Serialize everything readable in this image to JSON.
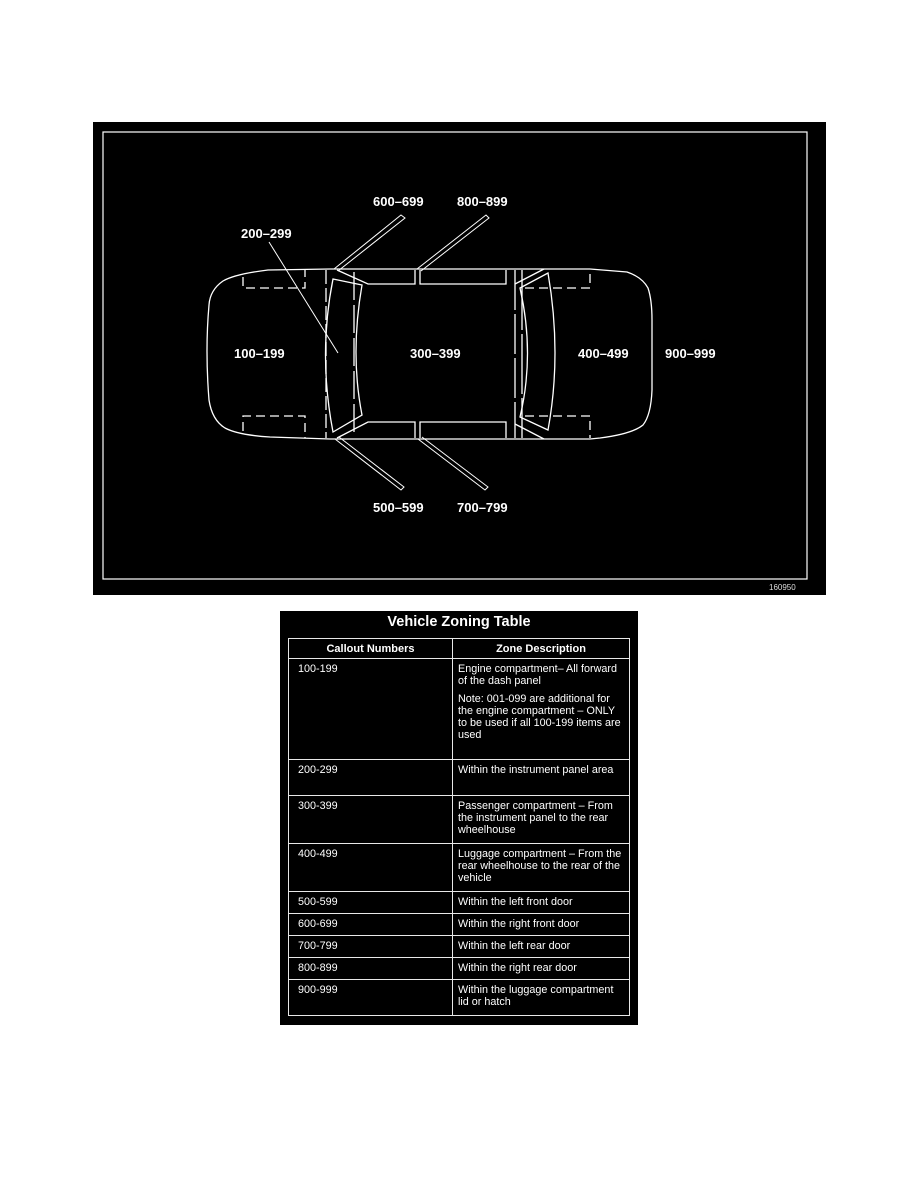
{
  "diagram": {
    "figure_id": "160950",
    "zone_labels": {
      "z100": "100–199",
      "z200": "200–299",
      "z300": "300–399",
      "z400": "400–499",
      "z500": "500–599",
      "z600": "600–699",
      "z700": "700–799",
      "z800": "800–899",
      "z900": "900–999"
    },
    "colors": {
      "background": "#000000",
      "lines": "#ffffff"
    }
  },
  "table": {
    "title": "Vehicle Zoning Table",
    "headers": [
      "Callout Numbers",
      "Zone Description"
    ],
    "rows": [
      {
        "callout": "100-199",
        "description": "Engine compartment– All forward of the dash panel",
        "note": "Note: 001-099 are additional for the engine compartment – ONLY to be used if all 100-199 items are used"
      },
      {
        "callout": "200-299",
        "description": "Within the instrument panel area"
      },
      {
        "callout": "300-399",
        "description": "Passenger compartment – From the instrument panel to the rear wheelhouse"
      },
      {
        "callout": "400-499",
        "description": "Luggage compartment – From the rear wheelhouse to the rear of the vehicle"
      },
      {
        "callout": "500-599",
        "description": "Within the left front door"
      },
      {
        "callout": "600-699",
        "description": "Within the right front door"
      },
      {
        "callout": "700-799",
        "description": "Within the left rear door"
      },
      {
        "callout": "800-899",
        "description": "Within the right rear door"
      },
      {
        "callout": "900-999",
        "description": "Within the luggage compartment lid or hatch"
      }
    ]
  }
}
